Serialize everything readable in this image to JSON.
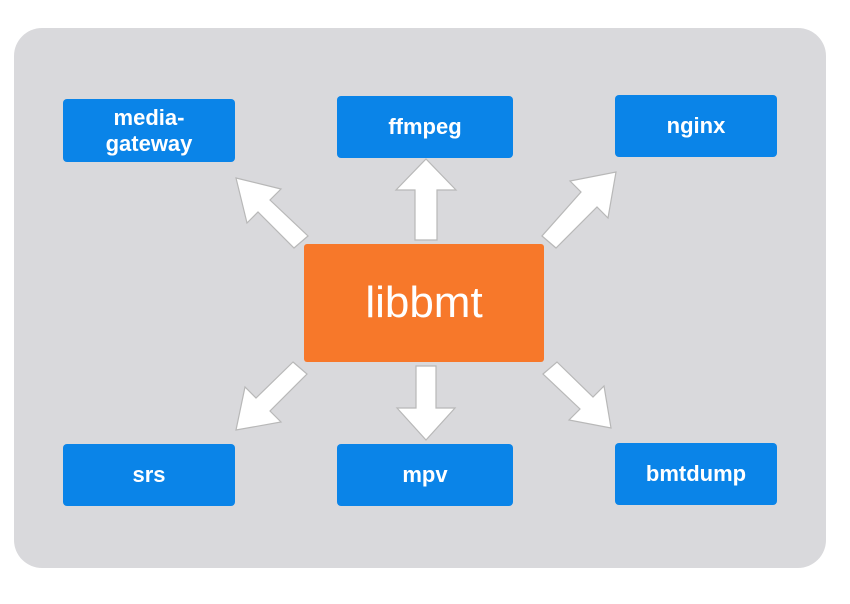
{
  "center": {
    "label": "libbmt"
  },
  "nodes": {
    "media_gateway": {
      "label": "media-\ngateway"
    },
    "ffmpeg": {
      "label": "ffmpeg"
    },
    "nginx": {
      "label": "nginx"
    },
    "srs": {
      "label": "srs"
    },
    "mpv": {
      "label": "mpv"
    },
    "bmtdump": {
      "label": "bmtdump"
    }
  },
  "colors": {
    "panel_bg": "#d9d9dc",
    "node_blue": "#0a84e8",
    "center_orange": "#f7782a",
    "arrow_fill": "#ffffff",
    "arrow_stroke": "#b8b8b8"
  },
  "icons": [
    "arrow-icon"
  ]
}
